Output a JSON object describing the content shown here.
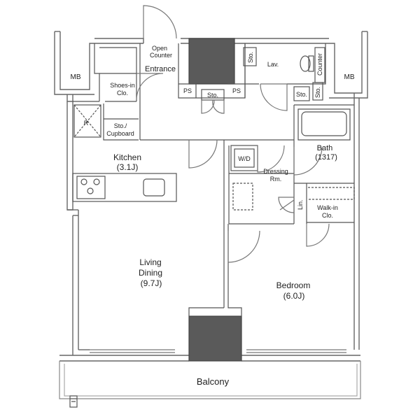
{
  "rooms": {
    "mb_left": "MB",
    "mb_right": "MB",
    "open_counter": [
      "Open",
      "Counter"
    ],
    "entrance": "Entrance",
    "shoes_in": [
      "Shoes-in",
      "Clo."
    ],
    "sto_cupboard": [
      "Sto./",
      "Cupboard"
    ],
    "ps_left": "PS",
    "ps_right": "PS",
    "sto_center": "Sto.",
    "sto_lav": "Sto.",
    "lav": "Lav.",
    "counter": "Counter",
    "sto_lower": "Sto.",
    "sto_lower_right": "Sto.",
    "kitchen": [
      "Kitchen",
      "(3.1J)"
    ],
    "refrigerator": "R",
    "wd": "W/D",
    "dressing": [
      "Dressing",
      "Rm."
    ],
    "bath": [
      "Bath",
      "(1317)"
    ],
    "lin": "Lin.",
    "walkin": [
      "Walk-in",
      "Clo."
    ],
    "living": [
      "Living",
      "Dining",
      "(9.7J)"
    ],
    "bedroom": [
      "Bedroom",
      "(6.0J)"
    ],
    "balcony": "Balcony"
  },
  "colors": {
    "wall": "#6e6e6e",
    "wall_fill": "#9a9a9a",
    "line": "#444444",
    "shaft": "#595959",
    "text": "#222222"
  }
}
